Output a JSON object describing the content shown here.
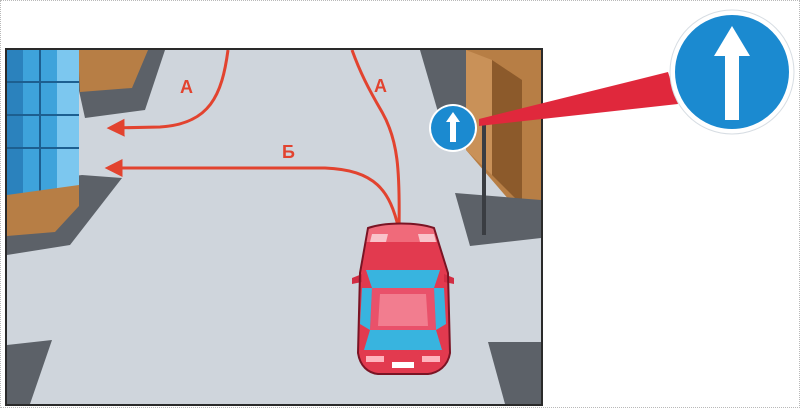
{
  "labels": {
    "route_a_left": "А",
    "route_a_right": "А",
    "route_b": "Б"
  },
  "colors": {
    "road": "#cfd5dc",
    "sidewalk": "#5c6168",
    "building_brown": "#b77e45",
    "glass_blue": "#3ea3db",
    "route_red": "#e2432f",
    "sign_blue": "#1b8ad0",
    "car_red": "#e23a4f"
  },
  "sign": {
    "icon": "straight-ahead-arrow-icon",
    "meaning": "straight only"
  }
}
